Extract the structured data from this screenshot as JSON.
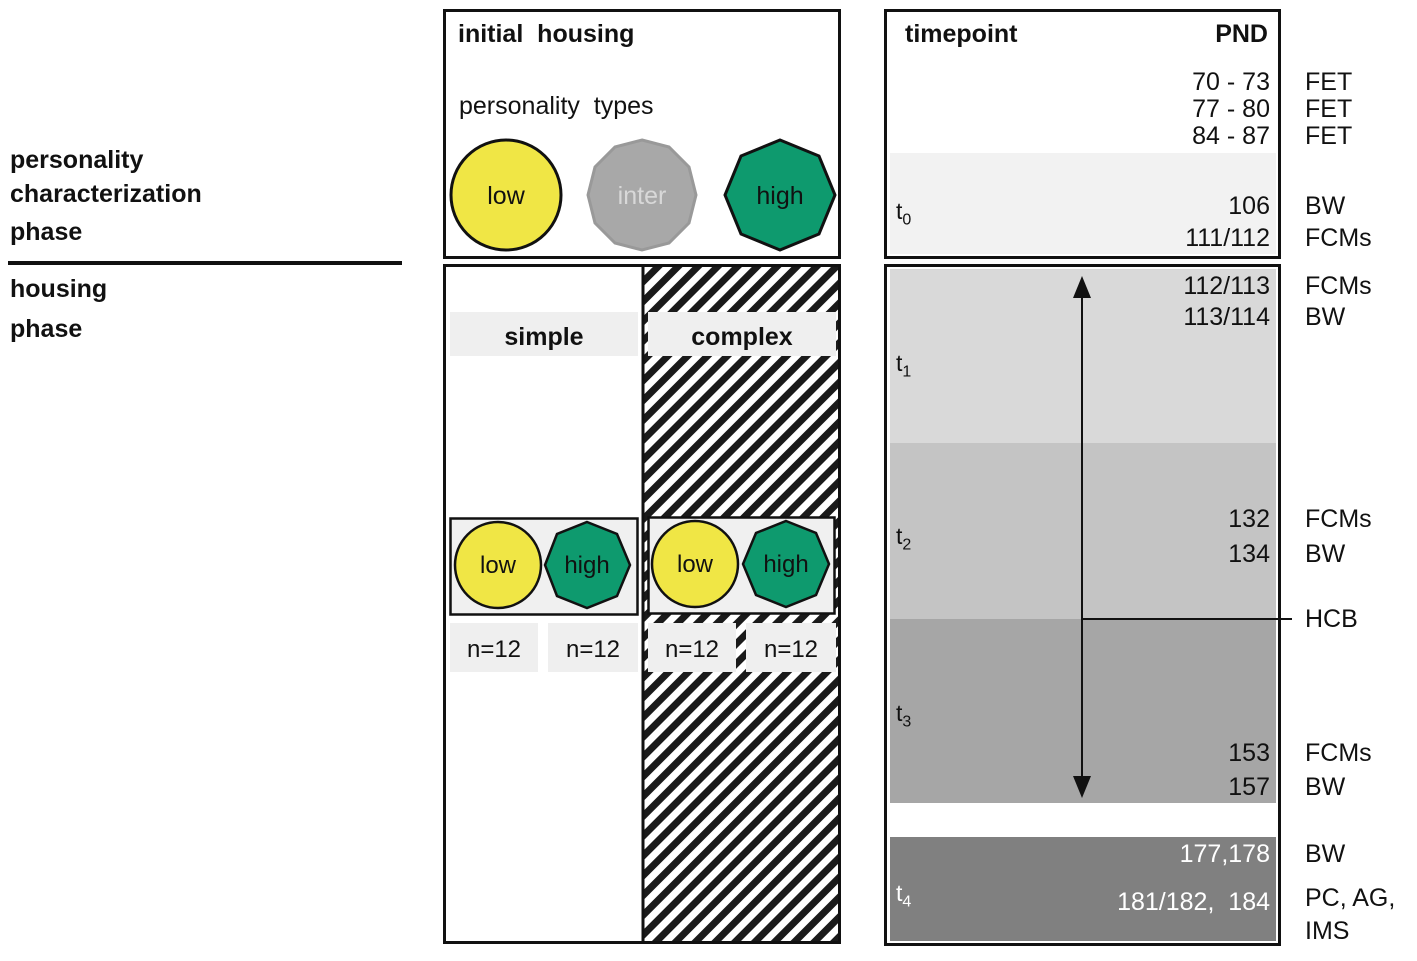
{
  "phases": {
    "characterization": [
      "personality",
      "characterization",
      "phase"
    ],
    "housing": [
      "housing",
      "phase"
    ]
  },
  "initial": {
    "title": "initial  housing",
    "subtitle": "personality  types",
    "types": {
      "low": "low",
      "inter": "inter",
      "high": "high"
    }
  },
  "housing": {
    "simple_label": "simple",
    "complex_label": "complex",
    "simple_low": "low",
    "simple_high": "high",
    "complex_low": "low",
    "complex_high": "high",
    "n_simple_low": "n=12",
    "n_simple_high": "n=12",
    "n_complex_low": "n=12",
    "n_complex_high": "n=12"
  },
  "timeline": {
    "timepoint_header": "timepoint",
    "pnd_header": "PND",
    "t0": {
      "letter": "t",
      "sub": "0"
    },
    "t1": {
      "letter": "t",
      "sub": "1"
    },
    "t2": {
      "letter": "t",
      "sub": "2"
    },
    "t3": {
      "letter": "t",
      "sub": "3"
    },
    "t4": {
      "letter": "t",
      "sub": "4"
    },
    "pnd": {
      "p70": "70 - 73",
      "p77": "77 - 80",
      "p84": "84 - 87",
      "p106": "106",
      "p111": "111/112",
      "p112": "112/113",
      "p113": "113/114",
      "p132": "132",
      "p134": "134",
      "p153": "153",
      "p157": "157",
      "p177": "177,178",
      "p181": "181/182,  184"
    },
    "measures": {
      "m70": "FET",
      "m77": "FET",
      "m84": "FET",
      "m106": "BW",
      "m111": "FCMs",
      "m112": "FCMs",
      "m113": "BW",
      "m132": "FCMs",
      "m134": "BW",
      "hcb": "HCB",
      "m153": "FCMs",
      "m157": "BW",
      "m177": "BW",
      "m181a": "PC, AG,",
      "m181b": "IMS"
    }
  },
  "colors": {
    "low": "#f0e645",
    "high": "#0e9a6e",
    "inter": "#a8a8a8",
    "t0_band": "#f2f2f2",
    "t1_band": "#d9d9d9",
    "t2_band": "#c4c4c4",
    "t3_band": "#a6a6a6",
    "t4_band": "#808080",
    "label_bg": "#efefef"
  }
}
